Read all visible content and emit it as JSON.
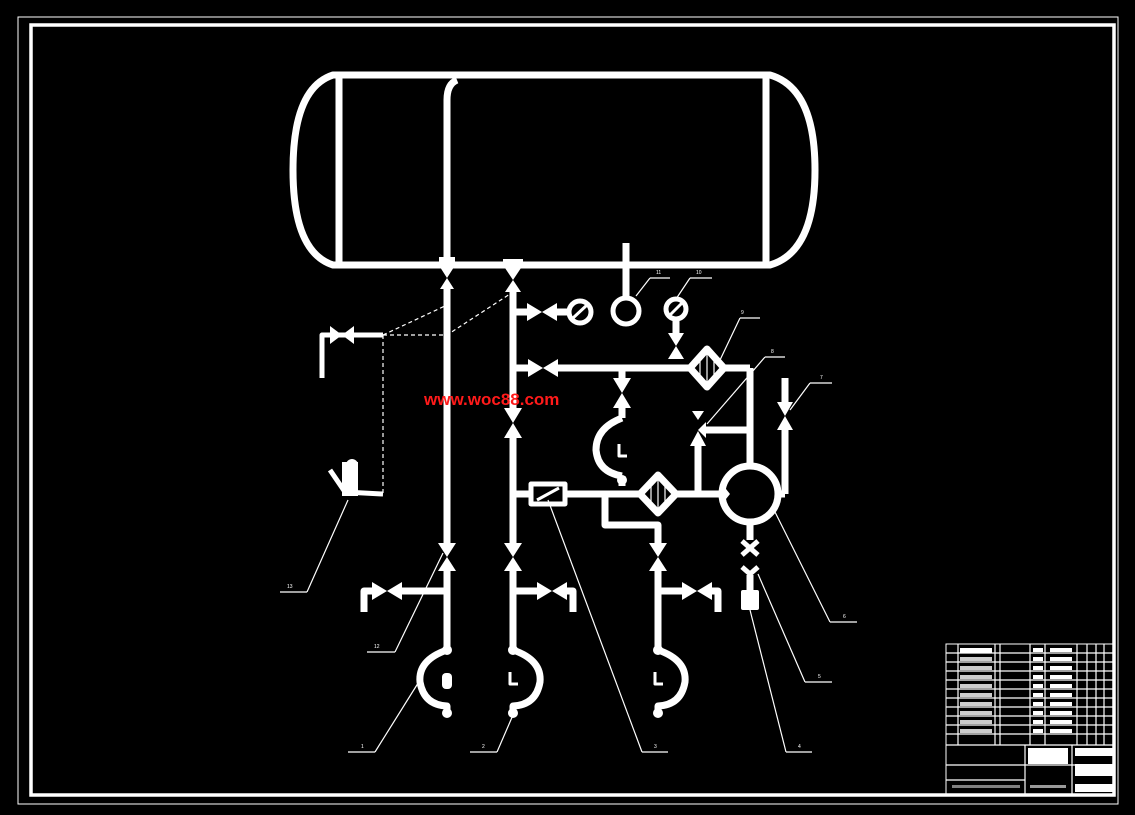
{
  "watermark": "www.woc88.com",
  "part_numbers": [
    "1",
    "2",
    "3",
    "4",
    "5",
    "6",
    "7",
    "8",
    "9",
    "10",
    "11",
    "12",
    "13"
  ],
  "colors": {
    "background": "#000000",
    "lines": "#ffffff",
    "watermark": "#ff1a1a"
  }
}
